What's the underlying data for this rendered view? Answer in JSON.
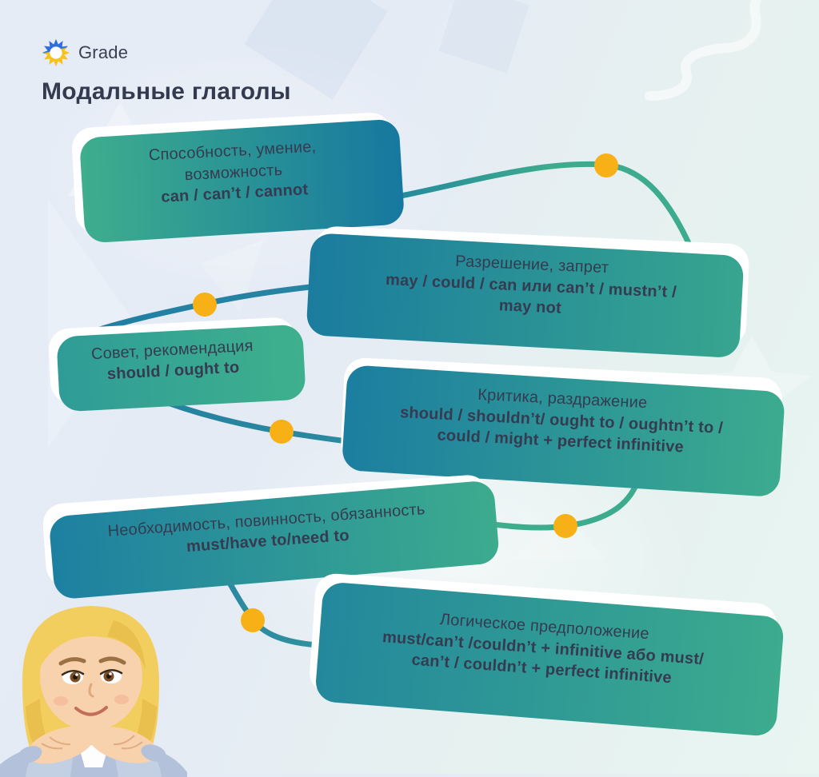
{
  "header": {
    "brand": "Grade",
    "title": "Модальные глаголы"
  },
  "cards": [
    {
      "label": "Способность, умение,\nвозможность",
      "forms": "can / can’t / cannot"
    },
    {
      "label": "Разрешение, запрет",
      "forms": "may / could / can или can’t / mustn’t /\nmay not"
    },
    {
      "label": "Совет, рекомендация",
      "forms": "should / ought to"
    },
    {
      "label": "Критика, раздражение",
      "forms": "should / shouldn’t/ ought to / oughtn’t to /\ncould / might + perfect infinitive"
    },
    {
      "label": "Необходимость, повинность, обязанность",
      "forms": "must/have to/need to"
    },
    {
      "label": "Логическое предположение",
      "forms": "must/can’t /couldn’t + infinitive або must/\ncan’t / couldn’t + perfect infinitive"
    }
  ],
  "connector": {
    "dot_color": "#F7B116",
    "line_color_teal": "#1E80A1",
    "line_color_green": "#3CAB8E",
    "dot_count": 5
  },
  "colors": {
    "ink": "#353B50",
    "card_bg": "#FFFFFF",
    "logo_blue": "#2E6EDE",
    "logo_yellow": "#F6C21C"
  }
}
